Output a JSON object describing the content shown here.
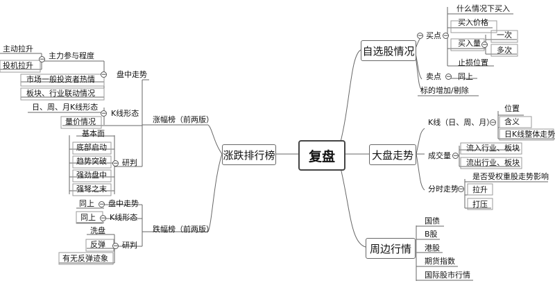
{
  "root": "复盘",
  "collapse_icon": "minus-circle",
  "right": {
    "zixuan": {
      "label": "自选股情况",
      "buy": {
        "label": "买点",
        "items": [
          "什么情况下买入",
          "买入价格",
          "买入量",
          "止损位置"
        ],
        "qty_items": [
          "一次",
          "多次"
        ]
      },
      "sell": {
        "label": "卖点",
        "items": [
          "同上"
        ]
      },
      "tag_change": "标的增加/剔除"
    },
    "dapan": {
      "label": "大盘走势",
      "kline": {
        "label": "K线（日、周、月）",
        "items": [
          "位置",
          "含义",
          "日K线整体走势"
        ]
      },
      "volume": {
        "label": "成交量",
        "items": [
          "流入行业、板块",
          "流出行业、板块"
        ]
      },
      "intraday": {
        "label": "分时走势",
        "items": [
          "是否受权重股走势影响",
          "拉升",
          "打压"
        ]
      }
    },
    "zhoubian": {
      "label": "周边行情",
      "items": [
        "国债",
        "B股",
        "港股",
        "期货指数",
        "国际股市行情"
      ]
    }
  },
  "left": {
    "label": "涨跌排行榜",
    "up": {
      "label": "涨幅榜（前两版）",
      "panzhong": {
        "label": "盘中走势",
        "zhuli": "主力参与程度",
        "zhuli_items": [
          "主动拉升",
          "投机拉升"
        ],
        "items": [
          "市场一般投资者热情",
          "板块、行业联动情况"
        ]
      },
      "kxing": {
        "label": "K线形态",
        "items": [
          "日、周、月K线形态",
          "量价情况"
        ]
      },
      "yanpan": {
        "label": "研判",
        "items": [
          "基本面",
          "底部启动",
          "趋势突破",
          "强劲盘中",
          "强弩之末"
        ]
      }
    },
    "down": {
      "label": "跌幅榜（前两版）",
      "panzhong": {
        "label": "盘中走势",
        "item": "同上"
      },
      "kxing": {
        "label": "K线形态",
        "item": "同上"
      },
      "yanpan": {
        "label": "研判",
        "items": [
          "洗盘",
          "反弹",
          "有无反弹迹象"
        ]
      }
    }
  }
}
